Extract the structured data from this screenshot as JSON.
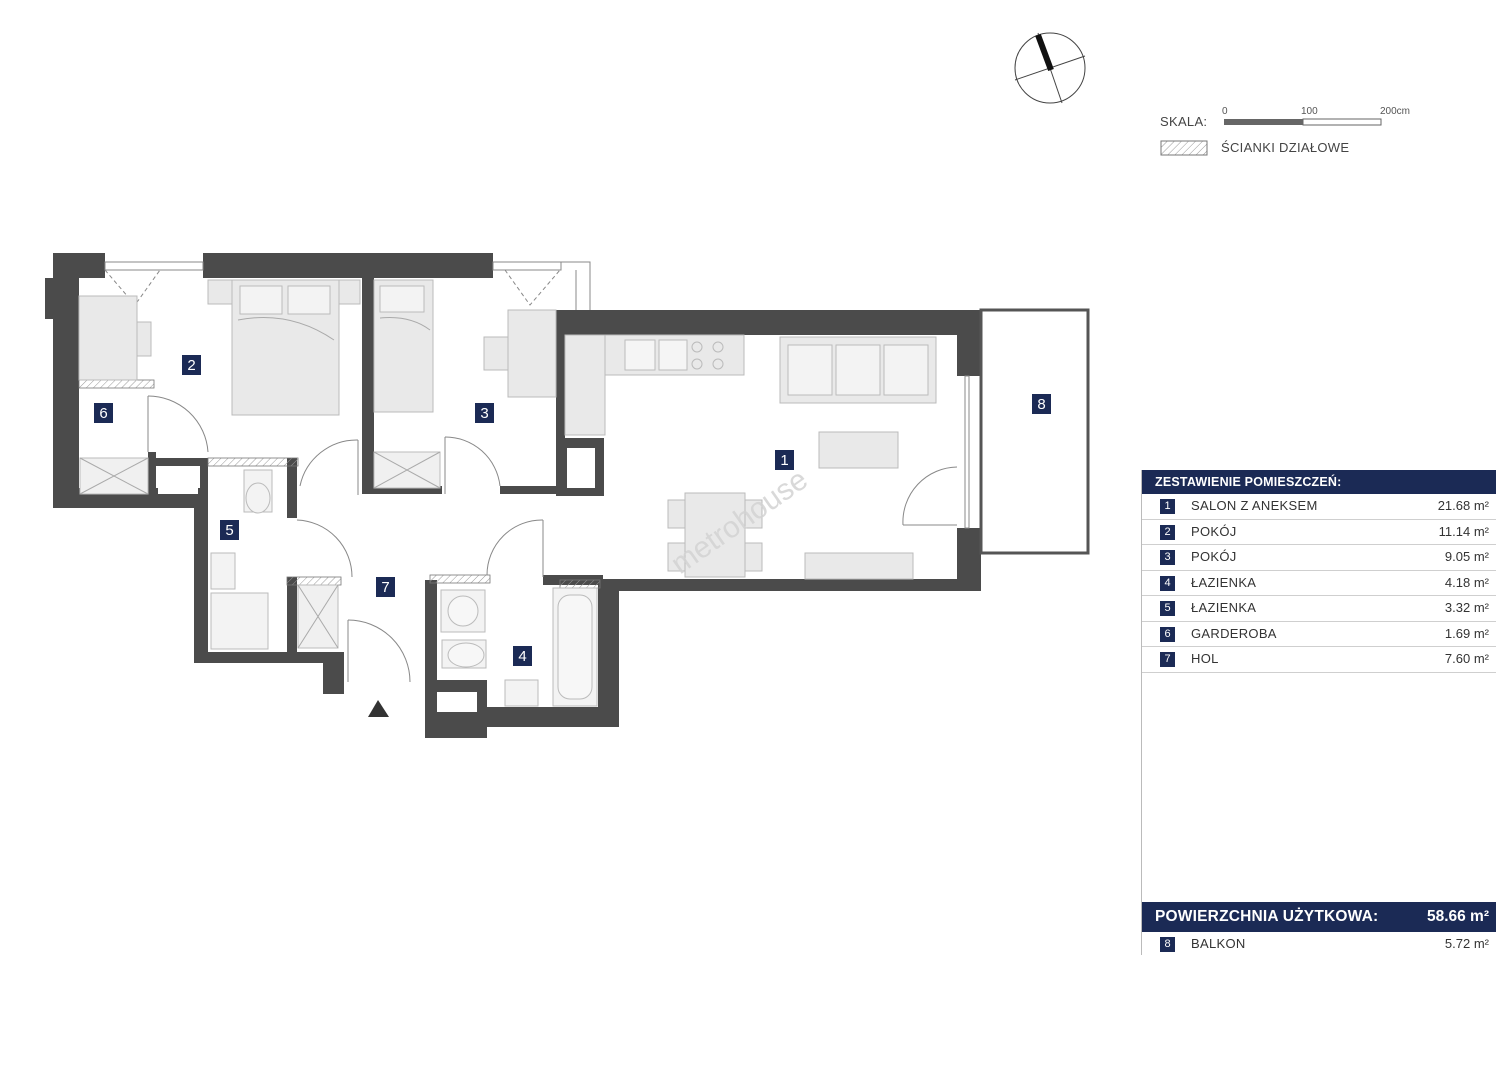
{
  "scale": {
    "label": "SKALA:",
    "ticks": [
      "0",
      "100",
      "200cm"
    ]
  },
  "legend": {
    "partition_walls": "ŚCIANKI DZIAŁOWE"
  },
  "watermark": "metrohouse",
  "plan_labels": [
    "1",
    "2",
    "3",
    "4",
    "5",
    "6",
    "7",
    "8"
  ],
  "table": {
    "title": "ZESTAWIENIE POMIESZCZEŃ:",
    "rooms": [
      {
        "num": "1",
        "name": "SALON Z ANEKSEM",
        "area": "21.68 m²"
      },
      {
        "num": "2",
        "name": "POKÓJ",
        "area": "11.14 m²"
      },
      {
        "num": "3",
        "name": "POKÓJ",
        "area": "9.05 m²"
      },
      {
        "num": "4",
        "name": "ŁAZIENKA",
        "area": "4.18 m²"
      },
      {
        "num": "5",
        "name": "ŁAZIENKA",
        "area": "3.32 m²"
      },
      {
        "num": "6",
        "name": "GARDEROBA",
        "area": "1.69 m²"
      },
      {
        "num": "7",
        "name": "HOL",
        "area": "7.60 m²"
      }
    ],
    "total_label": "POWIERZCHNIA UŻYTKOWA:",
    "total_value": "58.66 m²",
    "balcony": {
      "num": "8",
      "name": "BALKON",
      "area": "5.72 m²"
    }
  },
  "colors": {
    "wall": "#4b4b4b",
    "furniture": "#e9e9e9",
    "label_bg": "#1b2a55"
  }
}
